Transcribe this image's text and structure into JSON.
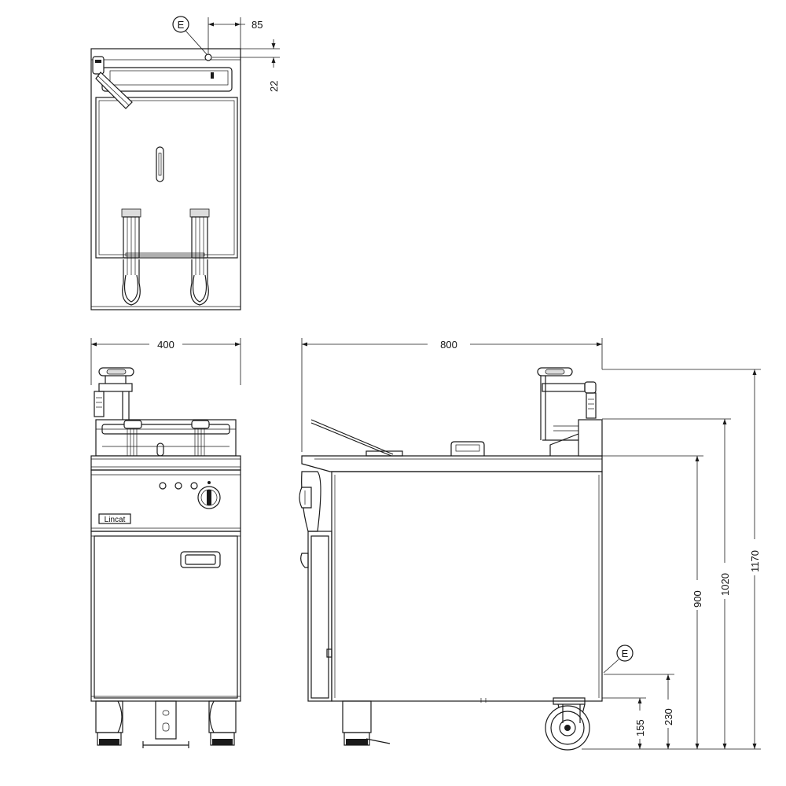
{
  "drawing": {
    "product": "electric fryer",
    "views": [
      "plan-view",
      "front-view",
      "side-view"
    ],
    "brand_logo_text": "Lincat"
  },
  "dimensions": {
    "top_85": "85",
    "top_22": "22",
    "width": "400",
    "depth": "800",
    "height_900": "900",
    "height_1020": "1020",
    "height_1170": "1170",
    "height_155": "155",
    "height_230": "230"
  },
  "labels": {
    "electrical_marker_top": "E",
    "electrical_marker_side": "E"
  }
}
